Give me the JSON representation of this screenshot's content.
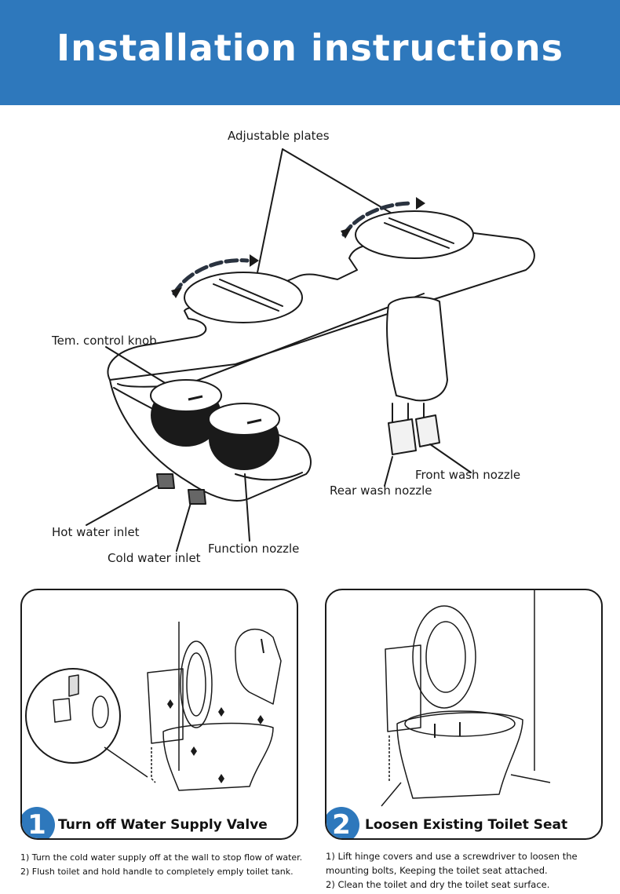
{
  "header": {
    "title": "Installation instructions",
    "bg_color": "#2e78bc"
  },
  "diagram": {
    "labels": {
      "adjustable_plates": "Adjustable plates",
      "temp_knob": "Tem. control knob",
      "front_nozzle": "Front wash nozzle",
      "rear_nozzle": "Rear wash nozzle",
      "hot_inlet": "Hot water inlet",
      "function_nozzle": "Function nozzle",
      "cold_inlet": "Cold water inlet"
    }
  },
  "steps": [
    {
      "number": "1",
      "title": "Turn off Water Supply Valve",
      "instructions": [
        "1) Turn the cold water supply off at the wall to stop flow of water.",
        "2) Flush toilet and hold handle to completely emply toilet tank."
      ]
    },
    {
      "number": "2",
      "title": "Loosen Existing Toilet Seat",
      "instructions": [
        "1) Lift hinge covers and use a screwdriver to loosen the mounting bolts, Keeping the toilet seat attached.",
        "2) Clean the toilet and dry the toilet seat surface."
      ]
    }
  ],
  "accent_color": "#2e78bc"
}
